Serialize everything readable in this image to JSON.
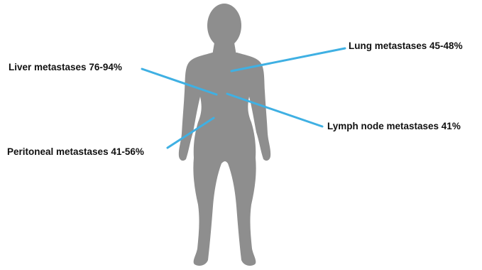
{
  "labels": {
    "liver": "Liver metastases 76-94%",
    "lung": "Lung metastases 45-48%",
    "lymph": "Lymph node metastases 41%",
    "peritoneal": "Peritoneal metastases 41-56%"
  },
  "colors": {
    "body_silhouette": "#8e8e8e",
    "leader_line": "#3fb0e3",
    "label_text": "#111111",
    "background": "#ffffff"
  },
  "icons": {
    "figure": "human-body-silhouette-icon"
  }
}
